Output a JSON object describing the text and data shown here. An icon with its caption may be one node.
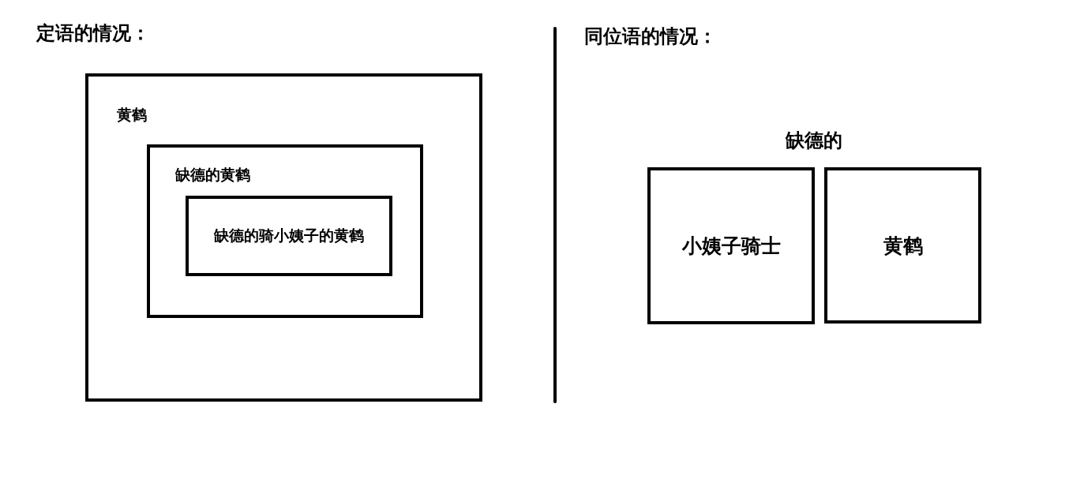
{
  "diagram": {
    "nodes": [
      {
        "text": [
          "黄鹤"
        ]
      },
      {
        "text": [
          "缺德的黄鹤"
        ],
        "in": 0
      },
      {
        "text": [
          "缺德的骑小姨子的黄鹤"
        ],
        "in": 1
      },
      {
        "text": [
          "小姨子骑士"
        ]
      },
      {
        "text": [
          "黄鹤"
        ]
      }
    ],
    "edges": [],
    "labels": [
      "定语的情况：",
      "同位语的情况：",
      "缺德的"
    ]
  }
}
